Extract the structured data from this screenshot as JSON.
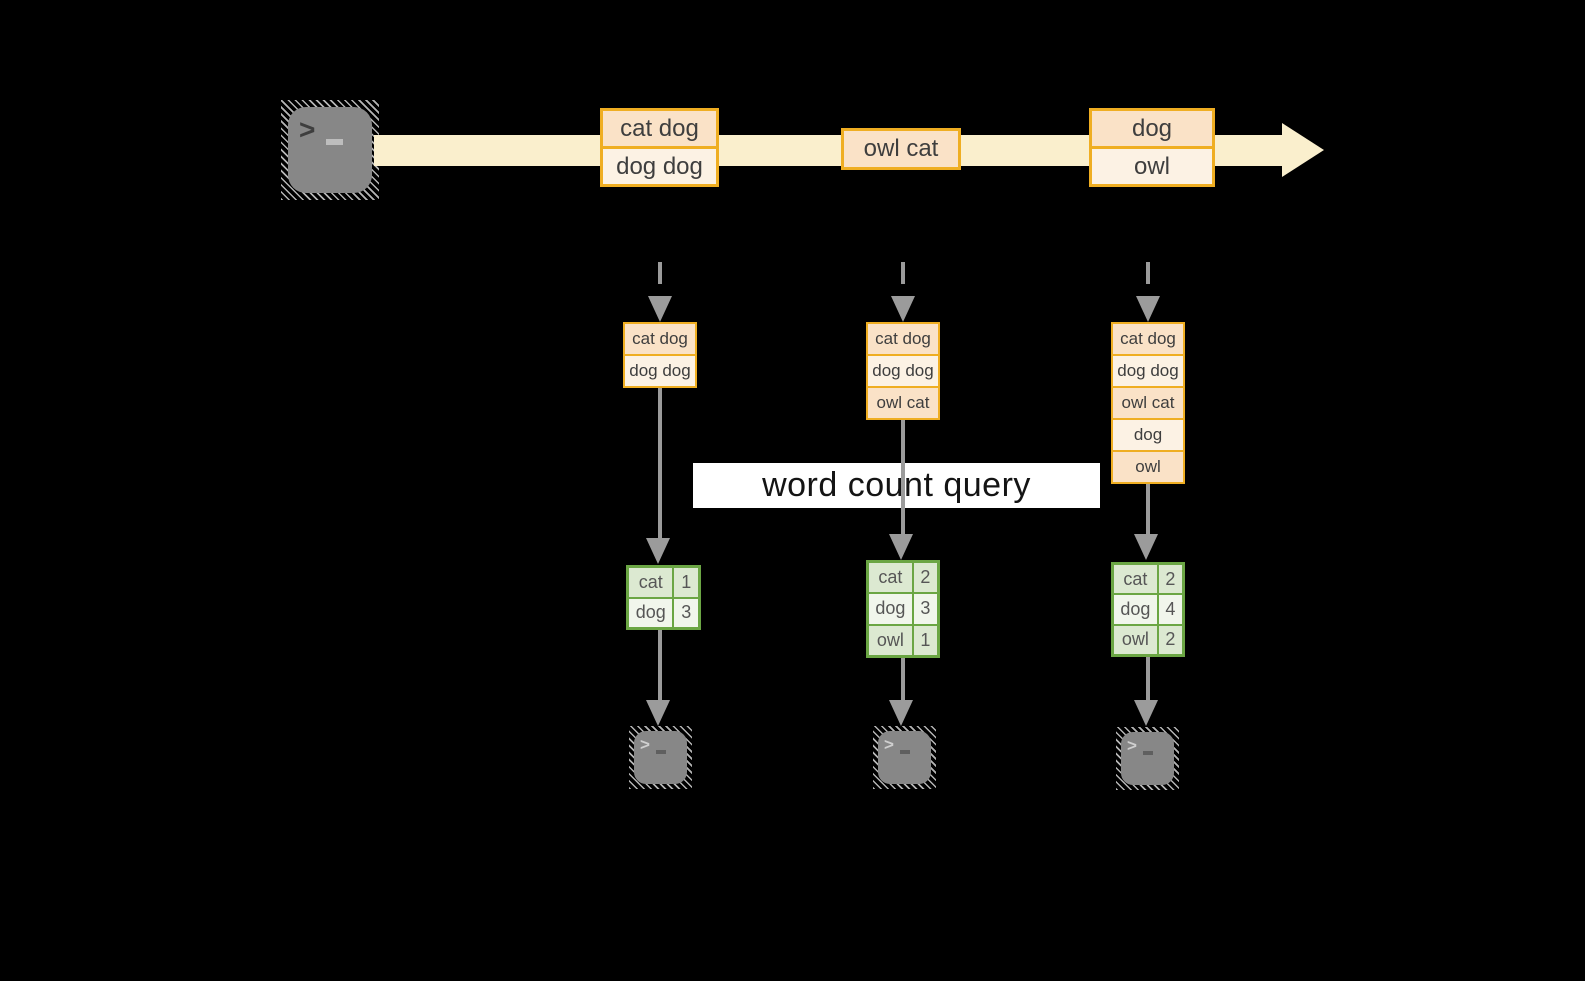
{
  "colors": {
    "background": "#000000",
    "accent_gold": "#EFAE22",
    "peach_dark": "#FAE2C7",
    "peach_light": "#FCF2E4",
    "stream_band": "#FAEFCD",
    "green_border": "#6BA644",
    "green_cell_dark": "#DCE9D1",
    "green_cell_light": "#F1F6EC",
    "arrow_gray": "#9B9B9B",
    "query_band_bg": "#FFFFFF"
  },
  "icons": {
    "source": "terminal-icon",
    "sinks": [
      "terminal-icon",
      "terminal-icon",
      "terminal-icon"
    ]
  },
  "stream": {
    "events": [
      {
        "rows": [
          "cat dog",
          "dog dog"
        ]
      },
      {
        "rows": [
          "owl cat"
        ]
      },
      {
        "rows": [
          "dog",
          "owl"
        ]
      }
    ]
  },
  "query": {
    "label": "word count query"
  },
  "columns": [
    {
      "batch": [
        "cat dog",
        "dog dog"
      ],
      "counts": [
        {
          "word": "cat",
          "count": "1"
        },
        {
          "word": "dog",
          "count": "3"
        }
      ]
    },
    {
      "batch": [
        "cat dog",
        "dog dog",
        "owl cat"
      ],
      "counts": [
        {
          "word": "cat",
          "count": "2"
        },
        {
          "word": "dog",
          "count": "3"
        },
        {
          "word": "owl",
          "count": "1"
        }
      ]
    },
    {
      "batch": [
        "cat dog",
        "dog dog",
        "owl cat",
        "dog",
        "owl"
      ],
      "counts": [
        {
          "word": "cat",
          "count": "2"
        },
        {
          "word": "dog",
          "count": "4"
        },
        {
          "word": "owl",
          "count": "2"
        }
      ]
    }
  ]
}
